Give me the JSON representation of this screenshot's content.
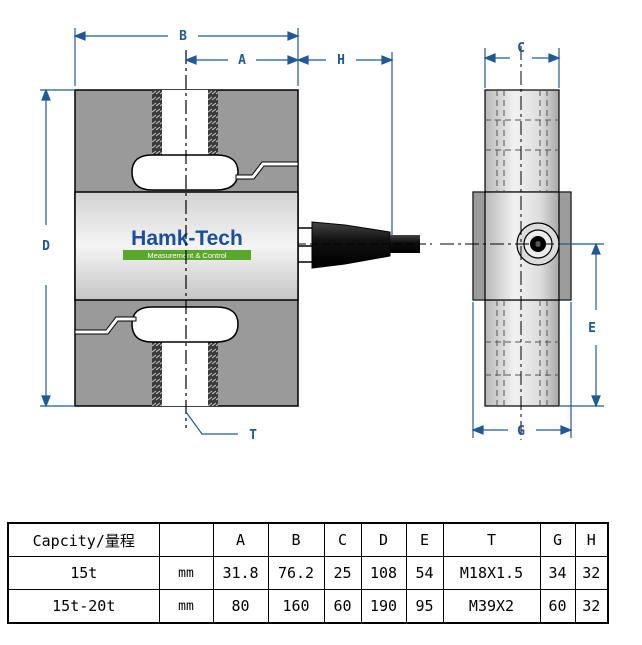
{
  "brand": {
    "name": "Hamk-Tech",
    "tagline": "Measurement & Control"
  },
  "dimension_labels": {
    "A": "A",
    "B": "B",
    "C": "C",
    "D": "D",
    "E": "E",
    "G": "G",
    "H": "H",
    "T": "T"
  },
  "colors": {
    "dimension_blue": "#1f5a97",
    "body_gray": "#9a9a9a",
    "brand_blue": "#1a4f9c",
    "brand_green": "#5aa82a"
  },
  "table": {
    "headers": [
      "Capcity/量程",
      "",
      "A",
      "B",
      "C",
      "D",
      "E",
      "T",
      "G",
      "H"
    ],
    "rows": [
      [
        "15t",
        "mm",
        "31.8",
        "76.2",
        "25",
        "108",
        "54",
        "M18X1.5",
        "34",
        "32"
      ],
      [
        "15t-20t",
        "mm",
        "80",
        "160",
        "60",
        "190",
        "95",
        "M39X2",
        "60",
        "32"
      ]
    ]
  }
}
